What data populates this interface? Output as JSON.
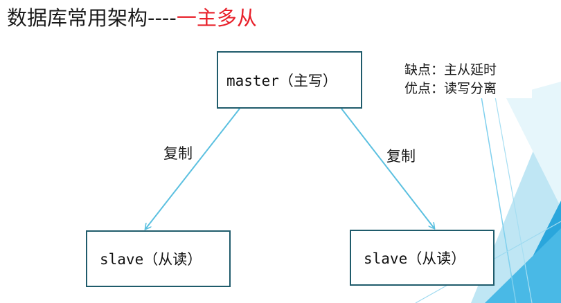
{
  "title": {
    "main": "数据库常用架构----",
    "accent": "一主多从",
    "accent_color": "#e8202a"
  },
  "diagram": {
    "nodes": {
      "master": "master（主写）",
      "slave_left": "slave（从读）",
      "slave_right": "slave（从读）"
    },
    "edges": [
      {
        "from": "master",
        "to": "slave_left",
        "label": "复制"
      },
      {
        "from": "master",
        "to": "slave_right",
        "label": "复制"
      }
    ],
    "edge_color": "#5bc0e0",
    "box_border_color": "#1f5b6b"
  },
  "notes": {
    "cons": "缺点：主从延时",
    "pros": "优点：读写分离"
  }
}
